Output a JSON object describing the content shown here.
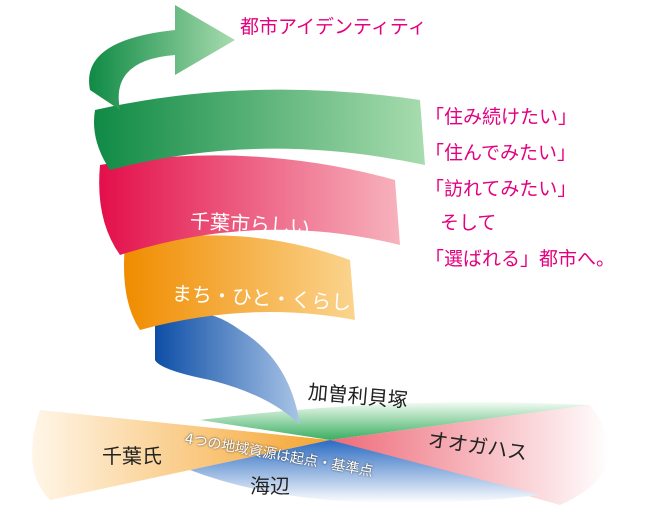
{
  "title": "都市アイデンティティ",
  "slogan": [
    "「住み続けたい」",
    "「住んでみたい」",
    "「訪れてみたい」",
    "そして",
    "「選ばれる」都市へ。"
  ],
  "bands": {
    "red": "千葉市らしい",
    "orange": "まち・ひと・くらし"
  },
  "resources": {
    "top": "加曽利貝塚",
    "left": "千葉氏",
    "right": "オオガハス",
    "bottom": "海辺"
  },
  "center_caption": "4つの地域資源は起点・基準点",
  "colors": {
    "green": "#22a05a",
    "red": "#e8214f",
    "orange": "#f29a1e",
    "blue": "#1f5fb0",
    "accent": "#e4007f"
  }
}
